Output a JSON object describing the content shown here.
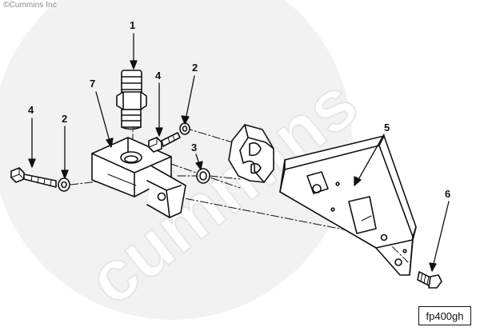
{
  "copyright": "©Cummins Inc",
  "watermark": "cummins",
  "figure_ref": "fp400gh",
  "callouts": {
    "c1": "1",
    "c2a": "2",
    "c2b": "2",
    "c3": "3",
    "c4a": "4",
    "c4b": "4",
    "c5": "5",
    "c6": "6",
    "c7": "7"
  },
  "colors": {
    "line": "#111111",
    "watermark": "#ececec",
    "background": "#ffffff"
  }
}
